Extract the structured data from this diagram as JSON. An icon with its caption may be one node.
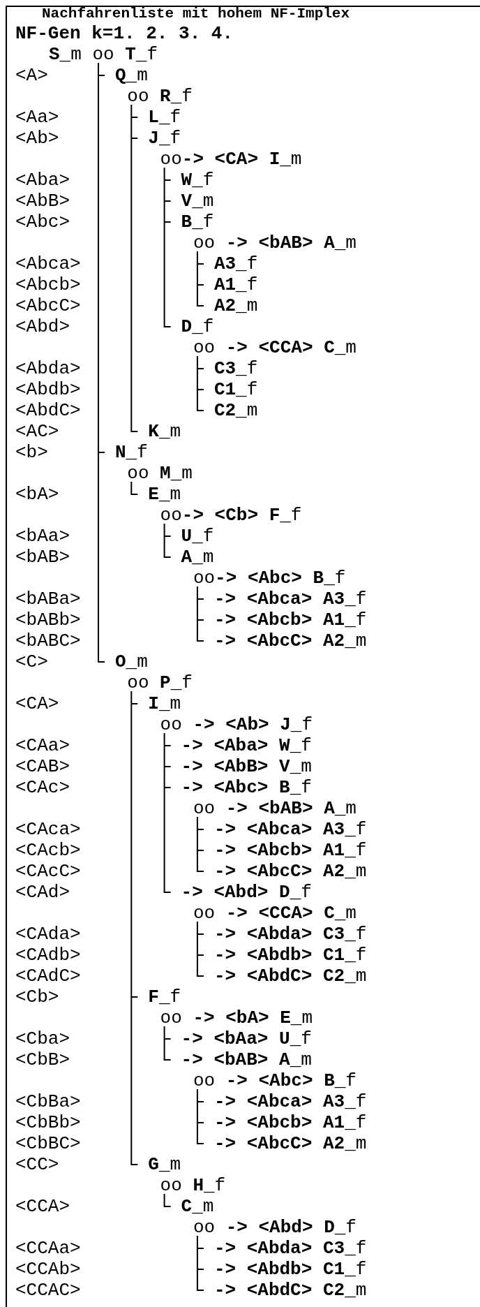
{
  "diagram": {
    "title": "Nachfahrenliste mit hohem NF-Implex",
    "labels": [
      "NF-Gen k=1. 2. 3. 4.",
      "**S**_m oo **T**_f",
      "<A>",
      "**Q**_m",
      "oo **R**_f",
      "<Aa>",
      "**L**_f",
      "<Ab>",
      "**J**_f",
      "oo**-> <CA> I**_m",
      "<Aba>",
      "**W**_f",
      "<AbB>",
      "**V**_m",
      "<Abc>",
      "**B**_f",
      "oo **-> <bAB> A**_m",
      "<Abca>",
      "**A3**_f",
      "<Abcb>",
      "**A1**_f",
      "<AbcC>",
      "**A2**_m",
      "<Abd>",
      "**D**_f",
      "oo **-> <CCA> C**_m",
      "<Abda>",
      "**C3**_f",
      "<Abdb>",
      "**C1**_f",
      "<AbdC>",
      "**C2**_m",
      "<AC>",
      "**K**_m",
      "<b>",
      "**N**_f",
      "oo **M**_m",
      "<bA>",
      "**E**_m",
      "oo**-> <Cb> F**_f",
      "<bAa>",
      "**U**_f",
      "<bAB>",
      "**A**_m",
      "oo**-> <Abc> B**_f",
      "<bABa>",
      "**-> <Abca> A3**_f",
      "<bABb>",
      "**-> <Abcb> A1**_f",
      "<bABC>",
      "**-> <AbcC> A2**_m",
      "<C>",
      "**O**_m",
      "oo **P**_f",
      "<CA>",
      "**I**_m",
      "oo **-> <Ab> J**_f",
      "<CAa>",
      "**-> <Aba> W**_f",
      "<CAB>",
      "**-> <AbB> V**_m",
      "<CAc>",
      "**-> <Abc> B**_f",
      "oo **-> <bAB> A**_m",
      "<CAca>",
      "**-> <Abca> A3**_f",
      "<CAcb>",
      "**-> <Abcb> A1**_f",
      "<CAcC>",
      "**-> <AbcC> A2**_m",
      "<CAd>",
      "**-> <Abd> D**_f",
      "oo **-> <CCA> C**_m",
      "<CAda>",
      "**-> <Abda> C3**_f",
      "<CAdb>",
      "**-> <Abdb> C1**_f",
      "<CAdC>",
      "**-> <AbdC> C2**_m",
      "<Cb>",
      "**F**_f",
      "oo **-> <bA> E**_m",
      "<Cba>",
      "**-> <bAa> U**_f",
      "<CbB>",
      "**-> <bAB> A**_m",
      "oo **-> <Abc> B**_f",
      "<CbBa>",
      "**-> <Abca> A3**_f",
      "<CbBb>",
      "**-> <Abcb> A1**_f",
      "<CbBC>",
      "**-> <AbcC> A2**_m",
      "<CC>",
      "**G**_m",
      "oo **H**_f",
      "<CCA>",
      "**C**_m",
      "oo **-> <Abd> D**_f",
      "<CCAa>",
      "**-> <Abda> C3**_f",
      "<CCAb>",
      "**-> <Abdb> C1**_f",
      "<CCAC>",
      "**-> <AbdC> C2**_m"
    ]
  }
}
